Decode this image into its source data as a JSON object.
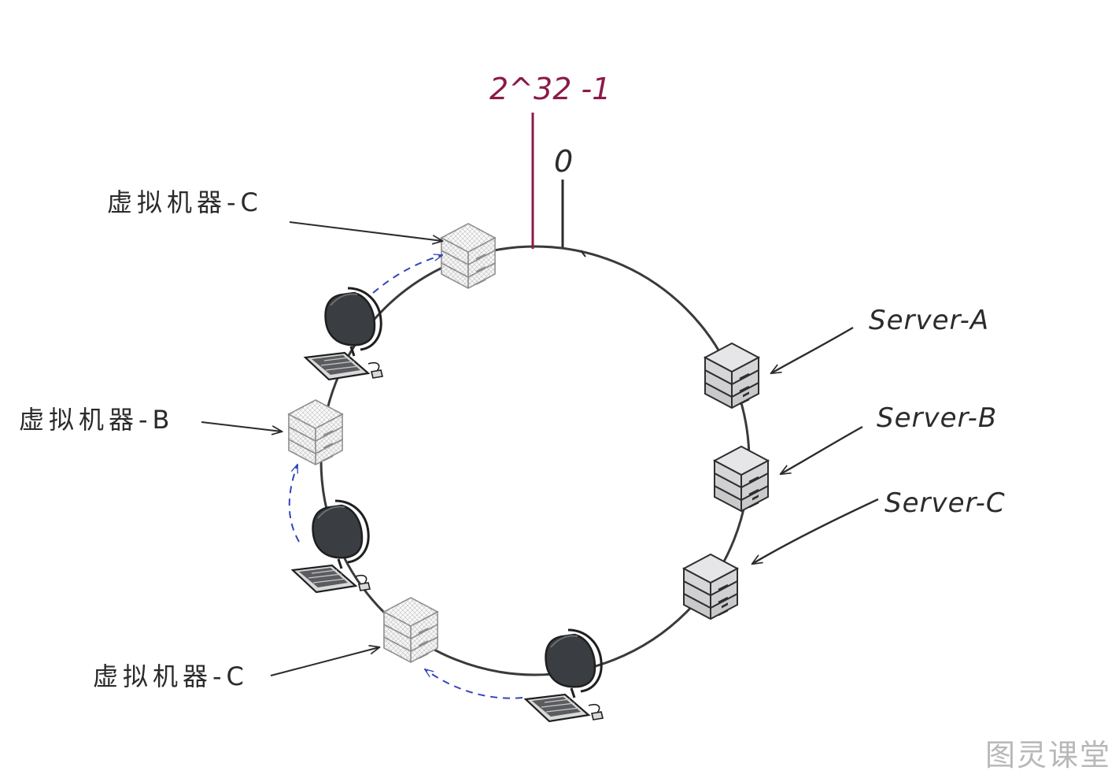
{
  "ring": {
    "max_label": "2^32 -1",
    "zero_label": "0",
    "max_color": "#8b1a4a",
    "line_color": "#3a3a3a"
  },
  "servers": [
    {
      "label": "Server-A"
    },
    {
      "label": "Server-B"
    },
    {
      "label": "Server-C"
    }
  ],
  "virtual_nodes": [
    {
      "label": "虚拟机器-C"
    },
    {
      "label": "虚拟机器-B"
    },
    {
      "label": "虚拟机器-C"
    }
  ],
  "colors": {
    "server_fill": "#d2d2d4",
    "server_top": "#e4e4e6",
    "virtual_fill": "#f4f4f4",
    "dashed_arrow": "#3346b8",
    "monitor": "#3a3d41"
  },
  "watermark": "图灵课堂"
}
